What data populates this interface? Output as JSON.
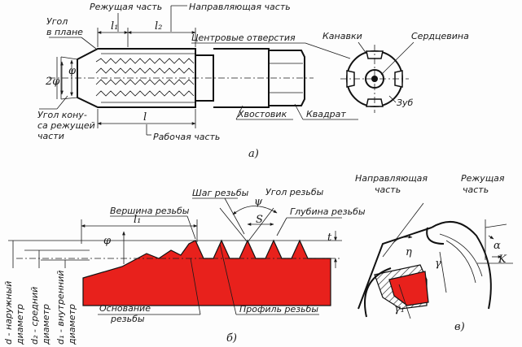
{
  "fig_a": {
    "rezhushchaya": "Режущая часть",
    "napravlyayushchaya": "Направляющая часть",
    "ugol_v_plane_1": "Угол",
    "ugol_v_plane_2": "в плане",
    "l1": "l₁",
    "l2": "l₂",
    "tsentrovye": "Центровые отверстия",
    "kanavki": "Канавки",
    "serdtsevina": "Сердцевина",
    "phi": "φ",
    "two_phi": "2φ",
    "ugol_konusa_1": "Угол кону-",
    "ugol_konusa_2": "са режущей",
    "ugol_konusa_3": "части",
    "l": "l",
    "rabochaya": "Рабочая часть",
    "khvostovik": "Хвостовик",
    "kvadrat": "Квадрат",
    "zub": "Зуб",
    "caption": "а)"
  },
  "fig_b": {
    "shag": "Шаг резьбы",
    "ugol_rezby": "Угол резьбы",
    "psi": "ψ",
    "vershina": "Вершина резьбы",
    "glubina": "Глубина резьбы",
    "l1": "l₁",
    "s": "S",
    "t": "t",
    "phi": "φ",
    "d_nar_1": "d - наружный",
    "d_nar_2": "диаметр",
    "d2_1": "d₂ - средний",
    "d2_2": "диаметр",
    "d1_1": "d₁ - внутренний",
    "d1_2": "диаметр",
    "osnovanie_1": "Основание",
    "osnovanie_2": "резьбы",
    "profil": "Профиль резьбы",
    "caption": "б)"
  },
  "fig_v": {
    "napr_1": "Направляющая",
    "napr_2": "часть",
    "rezh_1": "Режущая",
    "rezh_2": "часть",
    "eta": "η",
    "alpha": "α",
    "k": "K",
    "gamma": "γ",
    "gamma1": "γ₁",
    "caption": "в)"
  }
}
